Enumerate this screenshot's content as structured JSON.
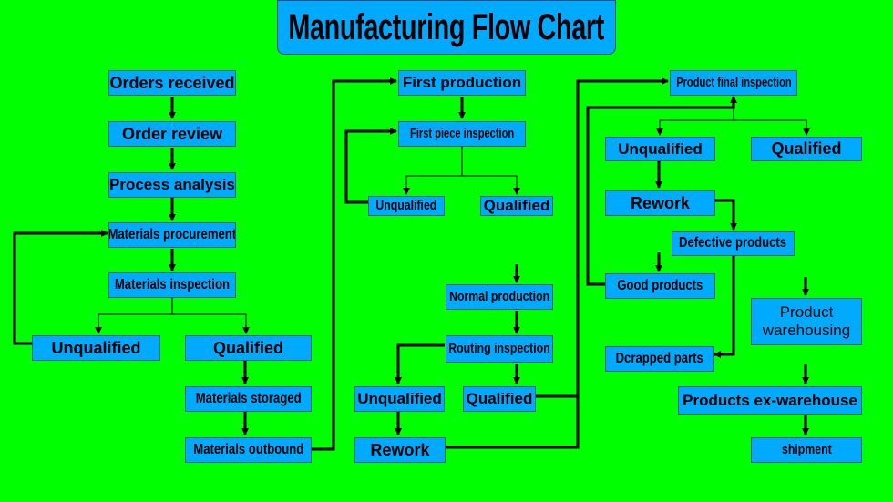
{
  "title": "Manufacturing Flow Chart",
  "colors": {
    "background": "#00ff00",
    "node_fill": "#00aaff",
    "line": "#000000"
  },
  "nodes": {
    "orders_received": "Orders received",
    "order_review": "Order review",
    "process_analysis": "Process analysis",
    "materials_procurement": "Materials procurement",
    "materials_inspection": "Materials inspection",
    "materials_unqualified": "Unqualified",
    "materials_qualified": "Qualified",
    "materials_storaged": "Materials storaged",
    "materials_outbound": "Materials outbound",
    "first_production": "First production",
    "first_piece_inspection": "First piece inspection",
    "first_piece_unqualified": "Unqualified",
    "first_piece_qualified": "Qualified",
    "normal_production": "Normal production",
    "routing_inspection": "Routing inspection",
    "routing_unqualified": "Unqualified",
    "routing_qualified": "Qualified",
    "routing_rework": "Rework",
    "product_final_inspection": "Product final inspection",
    "final_unqualified": "Unqualified",
    "final_qualified": "Qualified",
    "final_rework": "Rework",
    "defective_products": "Defective products",
    "good_products": "Good products",
    "scrapped_parts": "Dcrapped parts",
    "product_warehousing": "Product warehousing",
    "products_ex_warehouse": "Products ex-warehouse",
    "shipment": "shipment"
  }
}
